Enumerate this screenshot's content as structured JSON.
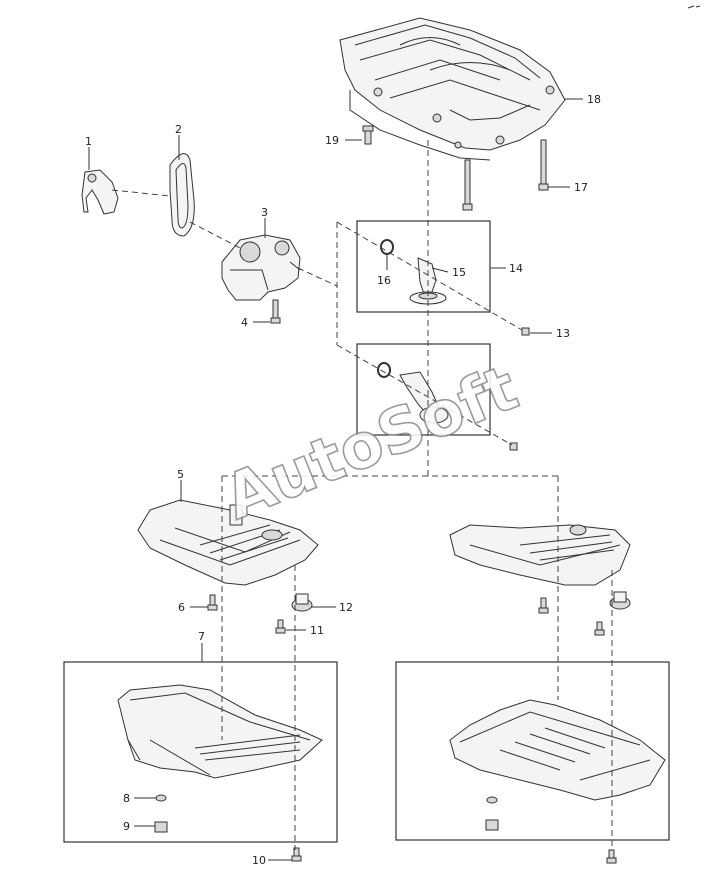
{
  "watermark": "AutoSoft",
  "callouts": [
    {
      "id": "1",
      "label": "1"
    },
    {
      "id": "2",
      "label": "2"
    },
    {
      "id": "3",
      "label": "3"
    },
    {
      "id": "4",
      "label": "4"
    },
    {
      "id": "5",
      "label": "5"
    },
    {
      "id": "6",
      "label": "6"
    },
    {
      "id": "7",
      "label": "7"
    },
    {
      "id": "8",
      "label": "8"
    },
    {
      "id": "9",
      "label": "9"
    },
    {
      "id": "10",
      "label": "10"
    },
    {
      "id": "11",
      "label": "11"
    },
    {
      "id": "12",
      "label": "12"
    },
    {
      "id": "13",
      "label": "13"
    },
    {
      "id": "14",
      "label": "14"
    },
    {
      "id": "15",
      "label": "15"
    },
    {
      "id": "16",
      "label": "16"
    },
    {
      "id": "17",
      "label": "17"
    },
    {
      "id": "18",
      "label": "18"
    },
    {
      "id": "19",
      "label": "19"
    }
  ]
}
